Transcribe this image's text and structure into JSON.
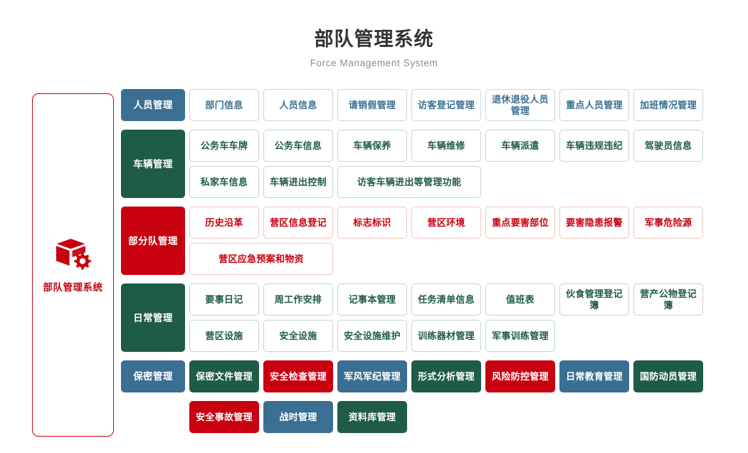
{
  "header": {
    "title": "部队管理系统",
    "subtitle": "Force Management System"
  },
  "brand": {
    "label": "部队管理系统",
    "icon": "cube-gear-icon",
    "color": "#c8000f"
  },
  "colors": {
    "blue": "#3a6f93",
    "green": "#1f5c47",
    "red": "#c8000f",
    "title": "#333333",
    "subtitle": "#8c8c8c"
  },
  "categories": [
    {
      "label": "人员管理",
      "style": "blue",
      "items": [
        {
          "label": "部门信息",
          "style": "outline-blue",
          "span": 1
        },
        {
          "label": "人员信息",
          "style": "outline-blue",
          "span": 1
        },
        {
          "label": "请销假管理",
          "style": "outline-blue",
          "span": 1
        },
        {
          "label": "访客登记管理",
          "style": "outline-blue",
          "span": 1
        },
        {
          "label": "退休退役人员管理",
          "style": "outline-blue",
          "span": 1
        },
        {
          "label": "重点人员管理",
          "style": "outline-blue",
          "span": 1
        },
        {
          "label": "加班情况管理",
          "style": "outline-blue",
          "span": 1
        }
      ]
    },
    {
      "label": "车辆管理",
      "style": "green",
      "items": [
        {
          "label": "公务车车牌",
          "style": "outline-green",
          "span": 1
        },
        {
          "label": "公务车信息",
          "style": "outline-green",
          "span": 1
        },
        {
          "label": "车辆保养",
          "style": "outline-green",
          "span": 1
        },
        {
          "label": "车辆维修",
          "style": "outline-green",
          "span": 1
        },
        {
          "label": "车辆派遣",
          "style": "outline-green",
          "span": 1
        },
        {
          "label": "车辆违规违纪",
          "style": "outline-green",
          "span": 1
        },
        {
          "label": "驾驶员信息",
          "style": "outline-green",
          "span": 1
        },
        {
          "label": "私家车信息",
          "style": "outline-green",
          "span": 1
        },
        {
          "label": "车辆进出控制",
          "style": "outline-green",
          "span": 1
        },
        {
          "label": "访客车辆进出等管理功能",
          "style": "outline-green",
          "span": 2
        }
      ]
    },
    {
      "label": "部分队管理",
      "style": "red",
      "items": [
        {
          "label": "历史沿革",
          "style": "outline-red",
          "span": 1
        },
        {
          "label": "营区信息登记",
          "style": "outline-red",
          "span": 1
        },
        {
          "label": "标志标识",
          "style": "outline-red",
          "span": 1
        },
        {
          "label": "营区环境",
          "style": "outline-red",
          "span": 1
        },
        {
          "label": "重点要害部位",
          "style": "outline-red",
          "span": 1
        },
        {
          "label": "要害隐患报警",
          "style": "outline-red",
          "span": 1
        },
        {
          "label": "军事危险源",
          "style": "outline-red",
          "span": 1
        },
        {
          "label": "营区应急预案和物资",
          "style": "outline-red",
          "span": 2
        }
      ]
    },
    {
      "label": "日常管理",
      "style": "green",
      "items": [
        {
          "label": "要事日记",
          "style": "outline-green",
          "span": 1
        },
        {
          "label": "周工作安排",
          "style": "outline-green",
          "span": 1
        },
        {
          "label": "记事本管理",
          "style": "outline-green",
          "span": 1
        },
        {
          "label": "任务清单信息",
          "style": "outline-green",
          "span": 1
        },
        {
          "label": "值班表",
          "style": "outline-green",
          "span": 1
        },
        {
          "label": "伙食管理登记簿",
          "style": "outline-green",
          "span": 1
        },
        {
          "label": "营产公物登记簿",
          "style": "outline-green",
          "span": 1
        },
        {
          "label": "营区设施",
          "style": "outline-green",
          "span": 1
        },
        {
          "label": "安全设施",
          "style": "outline-green",
          "span": 1
        },
        {
          "label": "安全设施维护",
          "style": "outline-green",
          "span": 1
        },
        {
          "label": "训练器材管理",
          "style": "outline-green",
          "span": 1
        },
        {
          "label": "军事训练管理",
          "style": "outline-green",
          "span": 1
        }
      ]
    },
    {
      "label": "保密管理",
      "style": "blue",
      "items": [
        {
          "label": "保密文件管理",
          "style": "fill-green",
          "span": 1
        },
        {
          "label": "安全检查管理",
          "style": "fill-red",
          "span": 1
        },
        {
          "label": "军风军纪管理",
          "style": "fill-blue",
          "span": 1
        },
        {
          "label": "形式分析管理",
          "style": "fill-green",
          "span": 1
        },
        {
          "label": "风险防控管理",
          "style": "fill-red",
          "span": 1
        },
        {
          "label": "日常教育管理",
          "style": "fill-blue",
          "span": 1
        },
        {
          "label": "国防动员管理",
          "style": "fill-green",
          "span": 1
        }
      ]
    },
    {
      "label": "",
      "style": "spacer",
      "items": [
        {
          "label": "安全事故管理",
          "style": "fill-red",
          "span": 1
        },
        {
          "label": "战时管理",
          "style": "fill-blue",
          "span": 1
        },
        {
          "label": "资料库管理",
          "style": "fill-green",
          "span": 1
        }
      ]
    }
  ]
}
